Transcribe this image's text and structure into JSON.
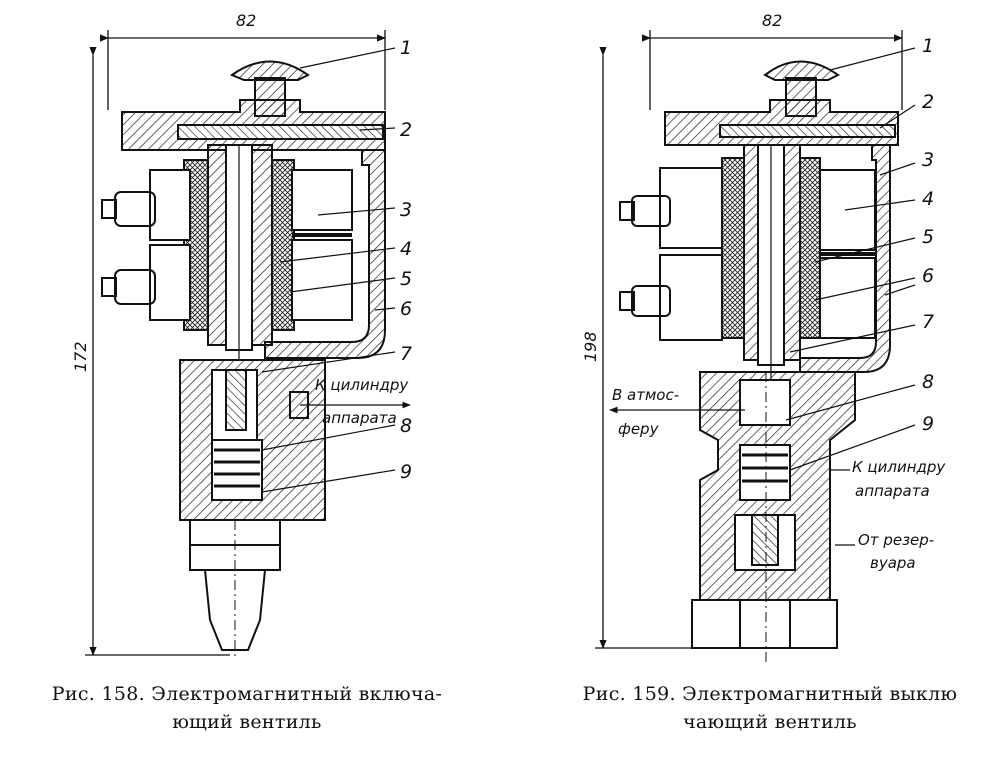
{
  "figure_left": {
    "dimension_width": "82",
    "dimension_height": "172",
    "part_numbers": [
      "1",
      "2",
      "3",
      "4",
      "5",
      "6",
      "7",
      "8",
      "9"
    ],
    "note_cylinder_line1": "К цилиндру",
    "note_cylinder_line2": "аппарата",
    "caption_line1": "Рис. 158. Электромагнитный включа-",
    "caption_line2": "ющий вентиль"
  },
  "figure_right": {
    "dimension_width": "82",
    "dimension_height": "198",
    "part_numbers": [
      "1",
      "2",
      "3",
      "4",
      "5",
      "6",
      "7",
      "8",
      "9"
    ],
    "note_atmosphere_line1": "В атмос-",
    "note_atmosphere_line2": "феру",
    "note_cylinder_line1": "К цилиндру",
    "note_cylinder_line2": "аппарата",
    "note_reservoir_line1": "От резер-",
    "note_reservoir_line2": "вуара",
    "caption_line1": "Рис. 159. Электромагнитный выклю",
    "caption_line2": "чающий вентиль"
  }
}
